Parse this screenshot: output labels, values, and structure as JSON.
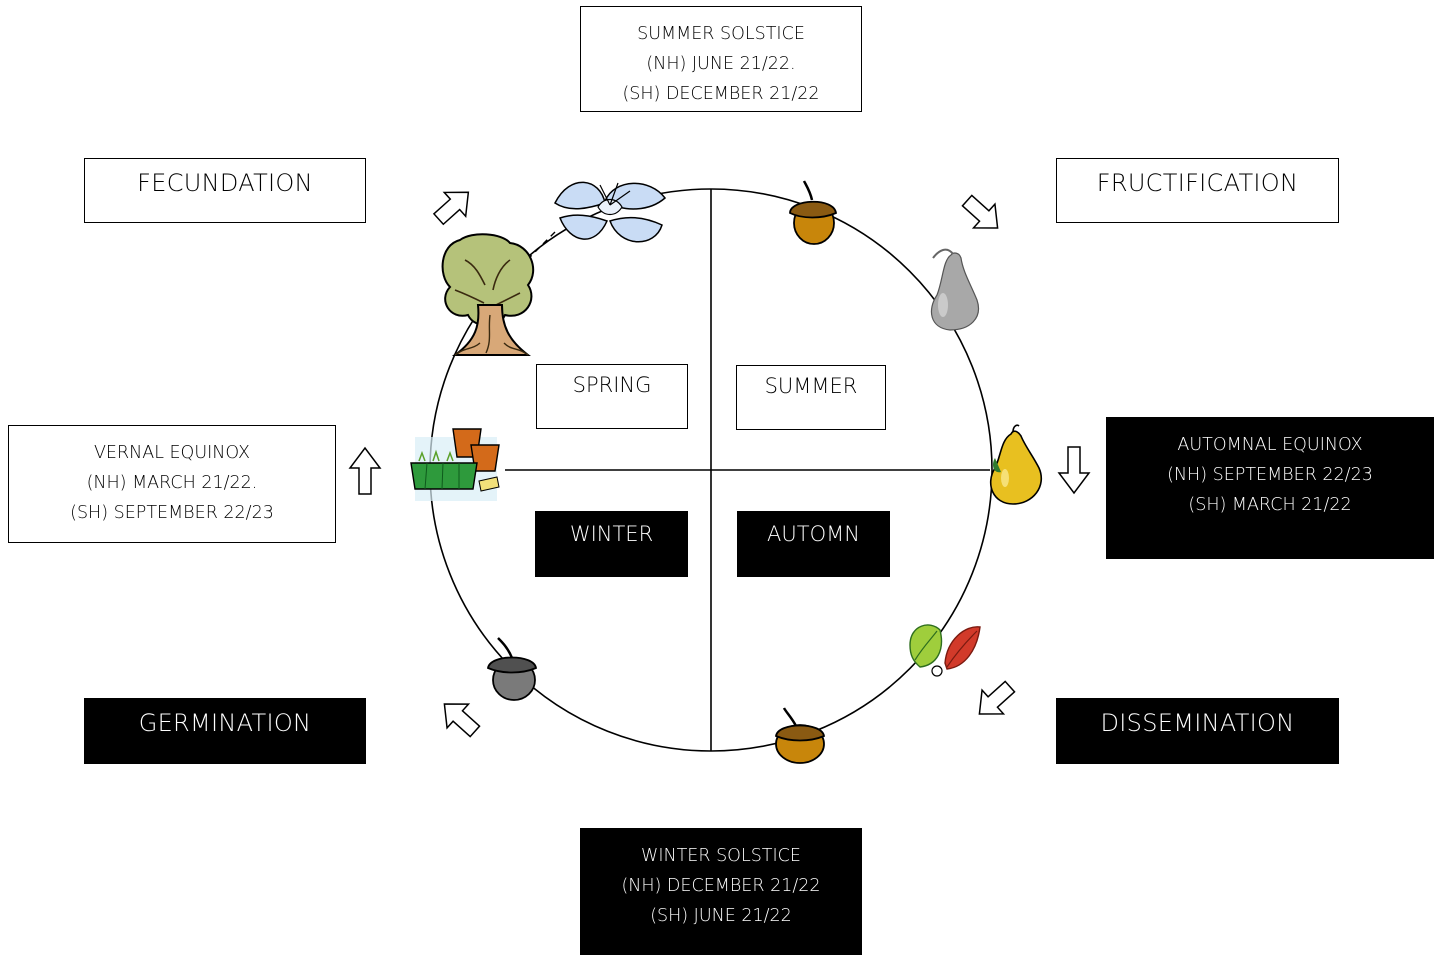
{
  "events": {
    "summer_solstice": {
      "title": "SUMMER SOLSTICE",
      "nh": "(NH) JUNE 21/22.",
      "sh": "(SH) DECEMBER 21/22"
    },
    "winter_solstice": {
      "title": "WINTER SOLSTICE",
      "nh": "(NH) DECEMBER 21/22",
      "sh": "(SH) JUNE 21/22"
    },
    "vernal_equinox": {
      "title": "VERNAL EQUINOX",
      "nh": "(NH) MARCH 21/22.",
      "sh": "(SH) SEPTEMBER 22/23"
    },
    "autumnal_equinox": {
      "title": "AUTOMNAL EQUINOX",
      "nh": "(NH) SEPTEMBER 22/23",
      "sh": "(SH) MARCH 21/22"
    }
  },
  "stages": {
    "fecundation": "FECUNDATION",
    "fructification": "FRUCTIFICATION",
    "germination": "GERMINATION",
    "dissemination": "DISSEMINATION"
  },
  "seasons": {
    "spring": "SPRING",
    "summer": "SUMMER",
    "winter": "WINTER",
    "autumn": "AUTOMN"
  },
  "icons": {
    "flower": "flower-icon",
    "tree": "tree-icon",
    "acorn_top": "acorn-icon",
    "pear_grey": "pear-icon",
    "pear_yellow": "pear-icon",
    "leaves": "leaves-icon",
    "acorn_bottom": "acorn-icon",
    "acorn_grey": "acorn-icon",
    "seedlings": "seedling-tray-icon"
  },
  "colors": {
    "light_box_bg": "#ffffff",
    "dark_box_bg": "#000000",
    "acorn": "#c8860b",
    "acorn_cap": "#8a5a12",
    "pear_yellow": "#e8c020",
    "pear_grey": "#a8a8a8",
    "flower": "#c9dcf5",
    "tree_foliage": "#b5c27a",
    "leaf_green": "#9fce3c",
    "leaf_red": "#d23a2a",
    "pot": "#d36a1a",
    "tray": "#2e9a3c"
  }
}
